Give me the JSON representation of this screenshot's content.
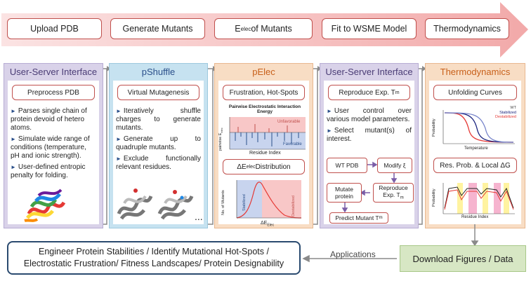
{
  "pipeline": {
    "steps": [
      {
        "label": "Upload PDB"
      },
      {
        "label": "Generate Mutants"
      },
      {
        "label_main": "E",
        "label_sub": "elec",
        "label_rest": " of Mutants"
      },
      {
        "label": "Fit to WSME Model"
      },
      {
        "label": "Thermodynamics"
      }
    ]
  },
  "columns": {
    "user_server_1": {
      "header": "User-Server Interface",
      "box_title": "Preprocess PDB",
      "bullets": [
        "Parses single chain of protein devoid of hetero atoms.",
        "Simulate wide range of conditions (temperature, pH and ionic strength).",
        "User-defined entropic penalty for folding."
      ]
    },
    "pshuffle": {
      "header": "pShuffle",
      "box_title": "Virtual Mutagenesis",
      "bullets": [
        "Iteratively shuffle charges to generate mutants.",
        "Generate up to quadruple mutants.",
        "Exclude functionally relevant residues."
      ],
      "ellipsis": "..."
    },
    "pelec": {
      "header": "pElec",
      "box_title": "Frustration, Hot-Spots",
      "chart_title": "Pairwise Electrostatic Interaction Energy",
      "chart_ylabel": "pairwise E",
      "chart_ylabel_sub": "elec",
      "chart_xlabel": "Residue Index",
      "unfavorable": "Unfavorable",
      "favorable": "Favorable",
      "dist_title_a": "ΔE",
      "dist_title_sub": "elec",
      "dist_title_b": " Distribution",
      "dist_ylabel": "No. of Mutants",
      "dist_xlabel_a": "ΔE",
      "dist_xlabel_sub": "Elec",
      "stabilized": "Stabilized",
      "destabilized": "Destabilized"
    },
    "user_server_2": {
      "header": "User-Server Interface",
      "box_title_a": "Reproduce Exp. T",
      "box_title_sub": "m",
      "bullets": [
        "User control over various model parameters.",
        "Select mutant(s) of interest."
      ],
      "flow": {
        "wt_pdb": "WT PDB",
        "modify": "Modify ξ",
        "reproduce_a": "Reproduce Exp. T",
        "reproduce_sub": "m",
        "mutate": "Mutate protein",
        "predict_a": "Predict Mutant T",
        "predict_sub": "m"
      }
    },
    "thermo": {
      "header": "Thermodynamics",
      "box_title_1": "Unfolding Curves",
      "curve_ylabel": "Probability",
      "curve_xlabel": "Temperature",
      "legend": [
        "WT",
        "Stabilized",
        "Destabilized"
      ],
      "box_title_2": "Res. Prob. & Local ΔG",
      "res_ylabel": "Probability",
      "res_xlabel": "Residue Index"
    }
  },
  "bottom": {
    "line1": "Engineer Protein Stabilities / Identify Mutational Hot-Spots /",
    "line2": "Electrostatic Frustration/ Fitness Landscapes/ Protein Designability",
    "applications": "Applications",
    "download": "Download Figures / Data"
  },
  "colors": {
    "accent_red": "#c0504d",
    "arrow_pink": "#f2b8b8",
    "purple_col": "#d9d2e9",
    "blue_col": "#c6e2f0",
    "orange_col": "#f8ddc4",
    "green_box": "#d7e7c4",
    "navy": "#2a4a6f"
  }
}
